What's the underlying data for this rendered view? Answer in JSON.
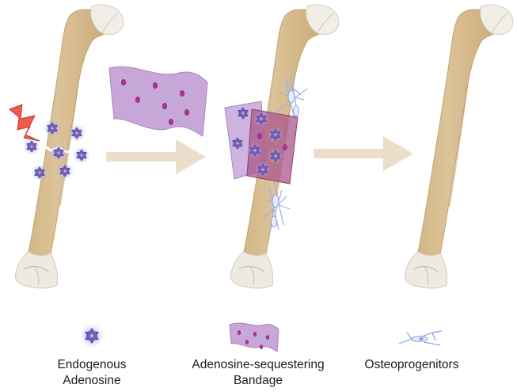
{
  "legend": {
    "adenosine": {
      "line1": "Endogenous",
      "line2": "Adenosine"
    },
    "bandage": {
      "line1": "Adenosine-sequestering",
      "line2": "Bandage"
    },
    "osteoprogenitors": {
      "line1": "Osteoprogenitors"
    }
  },
  "colors": {
    "bone": "#dcc398",
    "bone_edge": "#c6a874",
    "bone_shade": "#b4935e",
    "cartilage": "#f2f0ec",
    "bandage": "#c9a6d9",
    "arrow": "#e9dcc8",
    "star": "#7b62b8",
    "lightning": "#ef5a4b"
  },
  "icons": [
    "lightning-bolt-icon",
    "adenosine-star-icon",
    "bandage-sheet-icon",
    "osteoprogenitor-cell-icon",
    "process-arrow-icon"
  ]
}
